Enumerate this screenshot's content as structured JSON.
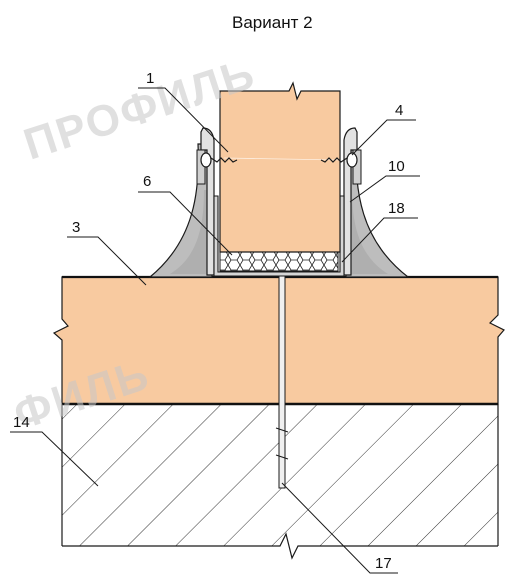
{
  "title": "Вариант 2",
  "watermark": {
    "text_upper": "ПРОФИЛЬ",
    "text_lower": "ФИЛЬ"
  },
  "callouts": {
    "c1": "1",
    "c3": "3",
    "c4": "4",
    "c6": "6",
    "c10": "10",
    "c14": "14",
    "c17": "17",
    "c18": "18"
  },
  "colors": {
    "wood": "#f8caa0",
    "wood_light": "#fad7b4",
    "concrete": "#ffffff",
    "line": "#1a1a1a",
    "gasket": "#bdbdbd",
    "metal": "#e2e2e2"
  }
}
